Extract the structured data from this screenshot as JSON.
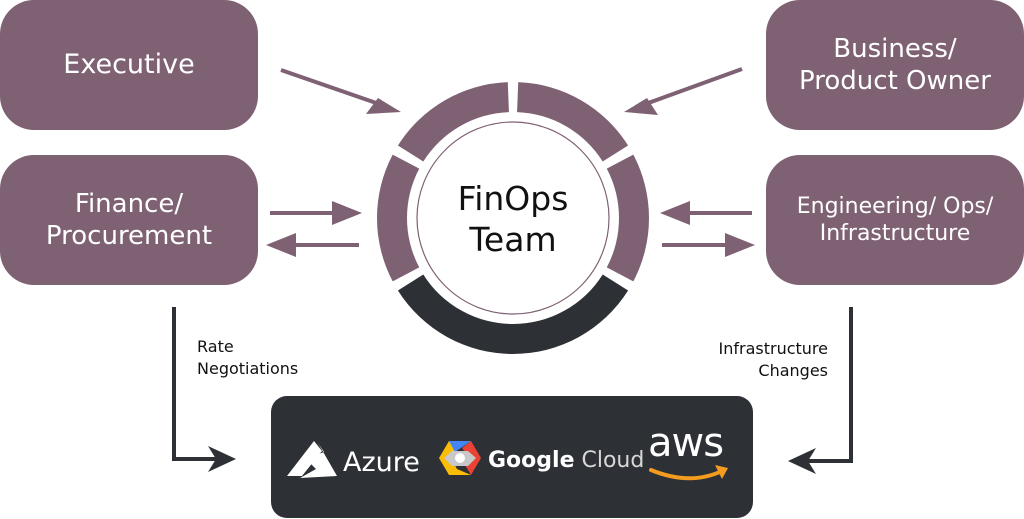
{
  "diagram": {
    "title": "FinOps Team",
    "center": {
      "line1": "FinOps",
      "line2": "Team"
    },
    "stakeholders": [
      {
        "id": "executive",
        "lines": [
          "Executive"
        ],
        "flow": "to-center"
      },
      {
        "id": "finance",
        "lines": [
          "Finance/",
          "Procurement"
        ],
        "flow": "bidirectional"
      },
      {
        "id": "business",
        "lines": [
          "Business/",
          "Product Owner"
        ],
        "flow": "to-center"
      },
      {
        "id": "engineering",
        "lines": [
          "Engineering/ Ops/",
          "Infrastructure"
        ],
        "flow": "bidirectional"
      }
    ],
    "connectors": {
      "finance_to_cloud": {
        "lines": [
          "Rate",
          "Negotiations"
        ]
      },
      "engineering_to_cloud": {
        "lines": [
          "Infrastructure",
          "Changes"
        ]
      }
    },
    "cloud_providers": {
      "azure": {
        "label": "Azure",
        "icon": "azure-logo-icon"
      },
      "google": {
        "label_bold": "Google",
        "label_light": "Cloud",
        "icon": "google-cloud-hexagon-icon"
      },
      "aws": {
        "label": "aws",
        "icon": "amazon-smile-arrow-icon"
      }
    },
    "colors": {
      "primary": "#7f6174",
      "dark": "#2d3035",
      "aws_orange": "#f39c1f",
      "google_blue": "#4285f4",
      "google_red": "#ea4335",
      "google_yellow": "#fbbc05"
    }
  }
}
